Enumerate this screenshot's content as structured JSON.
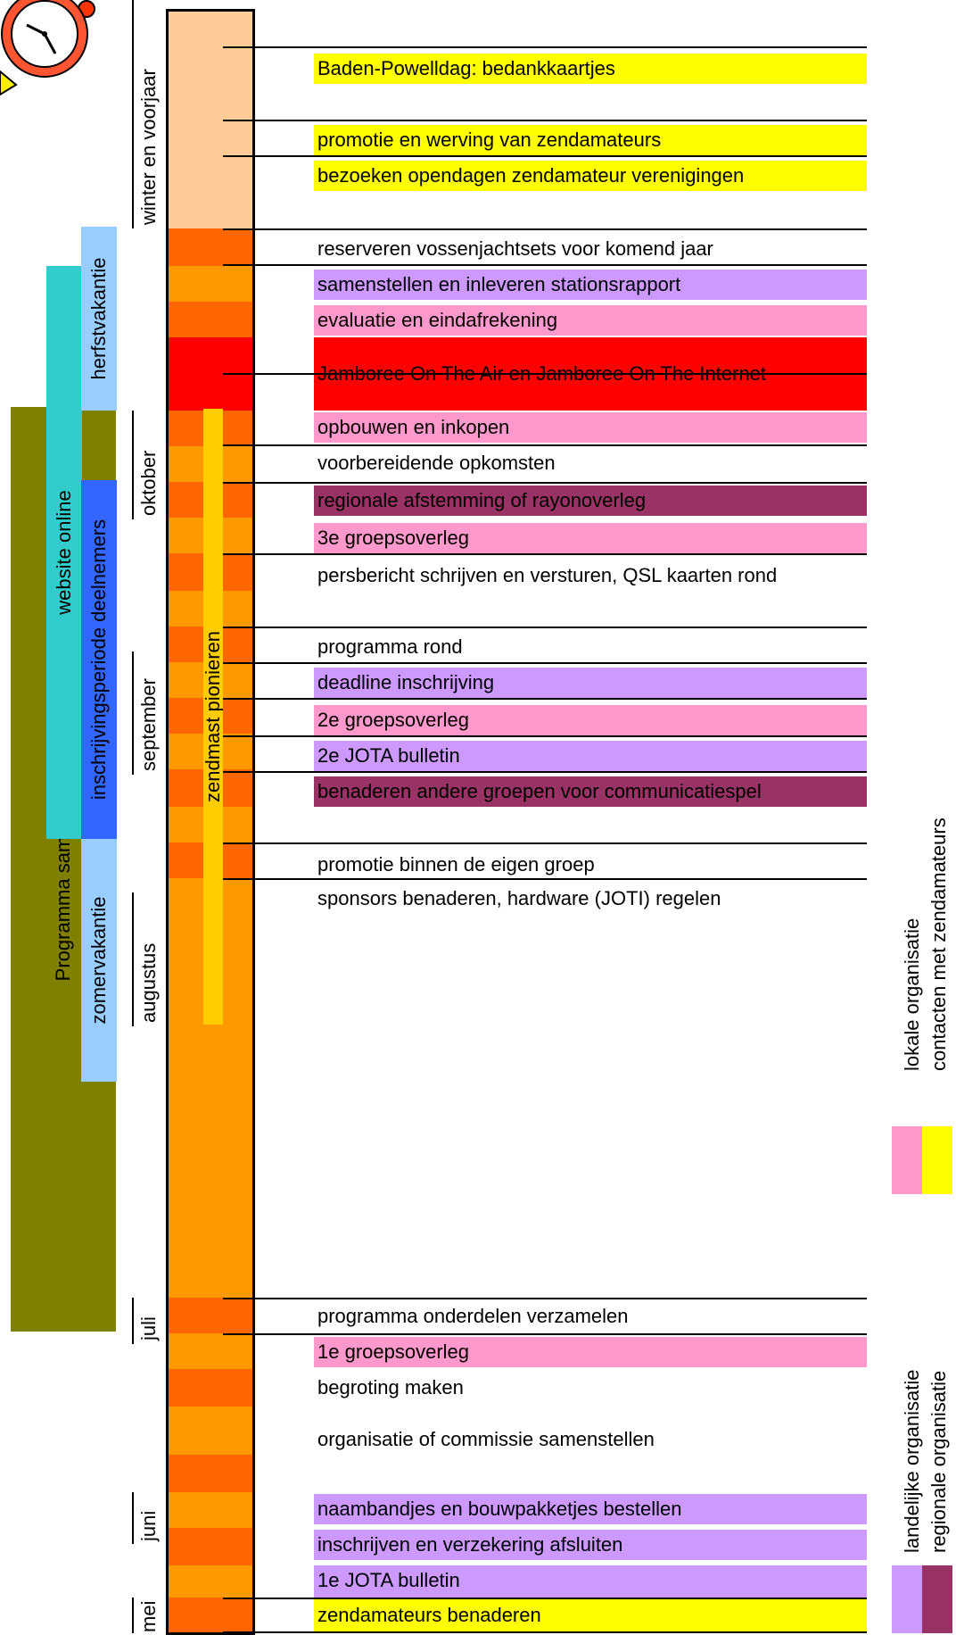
{
  "tall_bars": {
    "programma": "Programma samenstellen",
    "website": "website online",
    "herfst": "herfstvakantie",
    "inschrijving": "inschrijvingsperiode deelnemers",
    "zomer": "zomervakantie",
    "zendmast": "zendmast pionieren"
  },
  "months": [
    "winter en voorjaar",
    "oktober",
    "september",
    "augustus",
    "juli",
    "juni",
    "mei"
  ],
  "tasks": [
    "Baden-Powelldag: bedankkaartjes",
    "promotie en werving van zendamateurs",
    "bezoeken opendagen zendamateur verenigingen",
    "reserveren vossenjachtsets voor komend jaar",
    "samenstellen en inleveren stationsrapport",
    "evaluatie en eindafrekening",
    "Jamboree On The Air en Jamboree On The Internet",
    "opbouwen en inkopen",
    "voorbereidende opkomsten",
    "regionale afstemming of rayonoverleg",
    "3e groepsoverleg",
    "persbericht schrijven en versturen, QSL kaarten rond",
    "programma rond",
    "deadline inschrijving",
    "2e groepsoverleg",
    "2e JOTA bulletin",
    "benaderen andere groepen voor communicatiespel",
    "promotie binnen de eigen groep",
    "sponsors benaderen, hardware (JOTI) regelen",
    "programma onderdelen verzamelen",
    "1e groepsoverleg",
    "begroting maken",
    "organisatie of commissie samenstellen",
    "naambandjes en bouwpakketjes bestellen",
    "inschrijven en verzekering afsluiten",
    "1e JOTA bulletin",
    "zendamateurs benaderen"
  ],
  "legend": {
    "lokale": "lokale organisatie",
    "contacten": "contacten met zendamateurs",
    "landelijke": "landelijke organisatie",
    "regionale": "regionale organisatie"
  },
  "colors": {
    "yellow": "#ffff00",
    "pink": "#ff99cc",
    "lavender": "#cc99ff",
    "red": "#ff0000",
    "maroon": "#993366",
    "peach": "#ffcc99",
    "orange": "#ff9900",
    "dark_orange": "#ff6600",
    "olive": "#808000",
    "teal": "#33cccc",
    "light_blue": "#99ccff",
    "blue": "#3366ff",
    "gold": "#ffcc00"
  }
}
